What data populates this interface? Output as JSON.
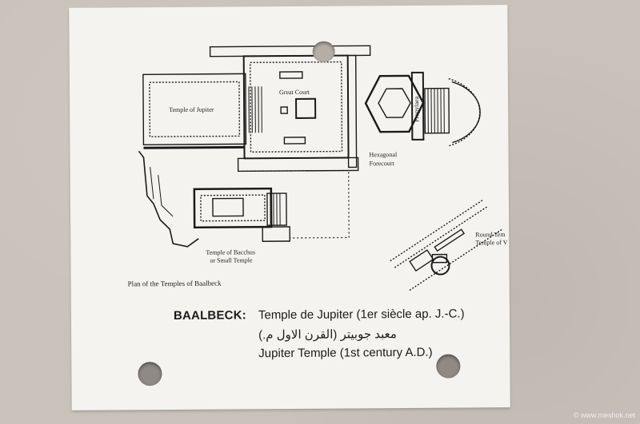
{
  "plan": {
    "labels": {
      "temple_of_jupiter": "Temple of Jupiter",
      "great_court": "Great Court",
      "hexagonal": "Hexagonal",
      "forecourt": "Forecourt",
      "propylaea": "Propylaea",
      "temple_of_bacchus": "Temple of Bacchus",
      "small_temple": "or Small Temple",
      "round_temple_1": "Round Tem",
      "round_temple_2": "Temple of V"
    },
    "caption": "Plan of the Temples of Baalbeck"
  },
  "info": {
    "brand": "BAALBECK:",
    "line_fr": "Temple de Jupiter (1er siècle ap. J.-C.)",
    "line_ar": "معبد جوبيتر (القرن الاول م.)",
    "line_en": "Jupiter Temple (1st century A.D.)"
  },
  "watermark": "© www.meshok.net"
}
